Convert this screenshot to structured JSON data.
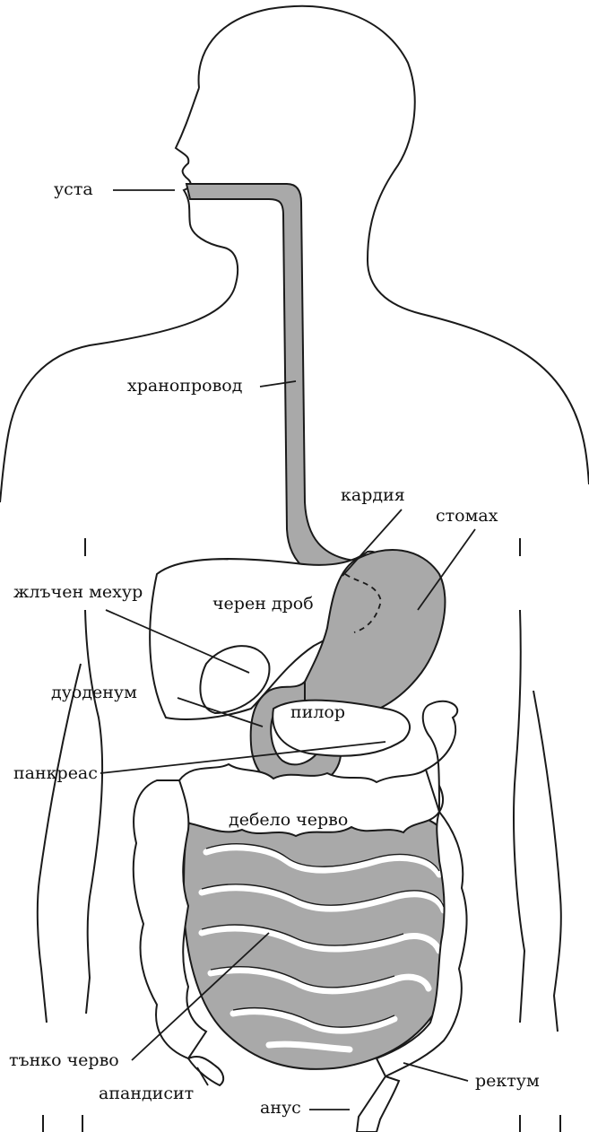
{
  "diagram": {
    "colors": {
      "organ_fill": "#a9a9a9",
      "outline": "#1a1a1a",
      "background": "#ffffff"
    },
    "labels": {
      "mouth": "уста",
      "esophagus": "хранопровод",
      "cardia": "кардия",
      "stomach": "стомах",
      "gallbladder": "жлъчен мехур",
      "liver": "черен дроб",
      "duodenum": "дуоденум",
      "pylorus": "пилор",
      "pancreas": "панкреас",
      "large_intestine": "дебело черво",
      "small_intestine": "тънко черво",
      "appendix": "апандисит",
      "anus": "анус",
      "rectum": "ректум"
    }
  }
}
